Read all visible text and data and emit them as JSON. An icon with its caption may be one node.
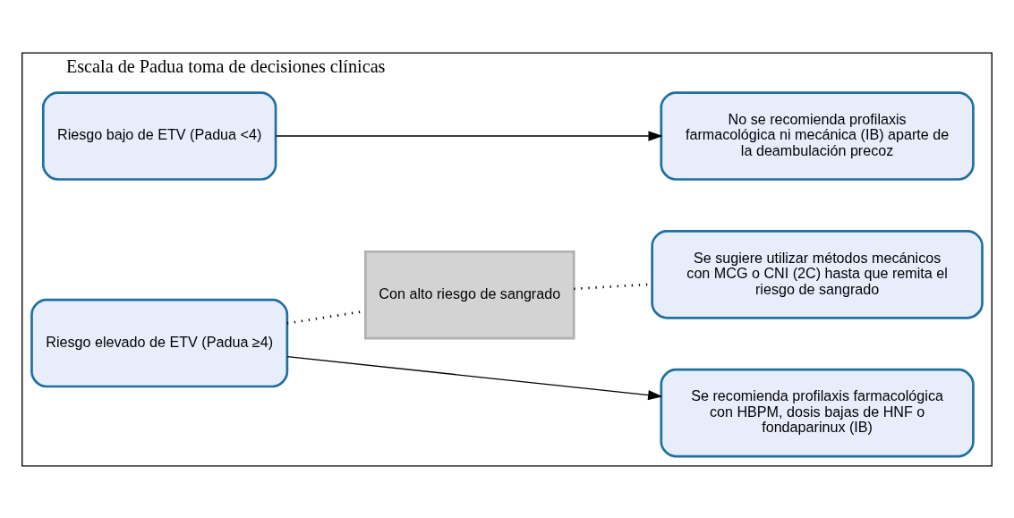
{
  "diagram": {
    "nodes": [
      {
        "text": [
          "Escala de Padua toma de decisiones clínicas"
        ]
      },
      {
        "text": [
          "Riesgo bajo de ETV (Padua <4)"
        ],
        "in": 0
      },
      {
        "text": [
          "No se recomienda profilaxis farmacológica ni mecánica (IB) aparte de la deambulación precoz"
        ],
        "in": 0
      },
      {
        "text": [
          "Riesgo elevado de ETV (Padua ≥4)"
        ],
        "in": 0
      },
      {
        "text": [
          "Se recomienda profilaxis farmacológica con HBPM, dosis bajas de HNF o fondaparinux (IB)"
        ],
        "in": 0
      },
      {
        "text": [
          "Con alto riesgo de sangrado"
        ],
        "in": 0
      },
      {
        "text": [
          "Se sugiere utilizar métodos mecánicos con MCG o CNI (2C) hasta que remita el riesgo de sangrado"
        ],
        "in": 0
      }
    ],
    "edges": [
      {
        "from": 1,
        "to": 2,
        "arrow": "to"
      },
      {
        "from": 3,
        "to": 4,
        "arrow": "to"
      },
      {
        "from": 3,
        "to": 5,
        "arrow": "none",
        "style": "dashed"
      },
      {
        "from": 5,
        "to": 6,
        "arrow": "none",
        "style": "dashed"
      }
    ]
  }
}
